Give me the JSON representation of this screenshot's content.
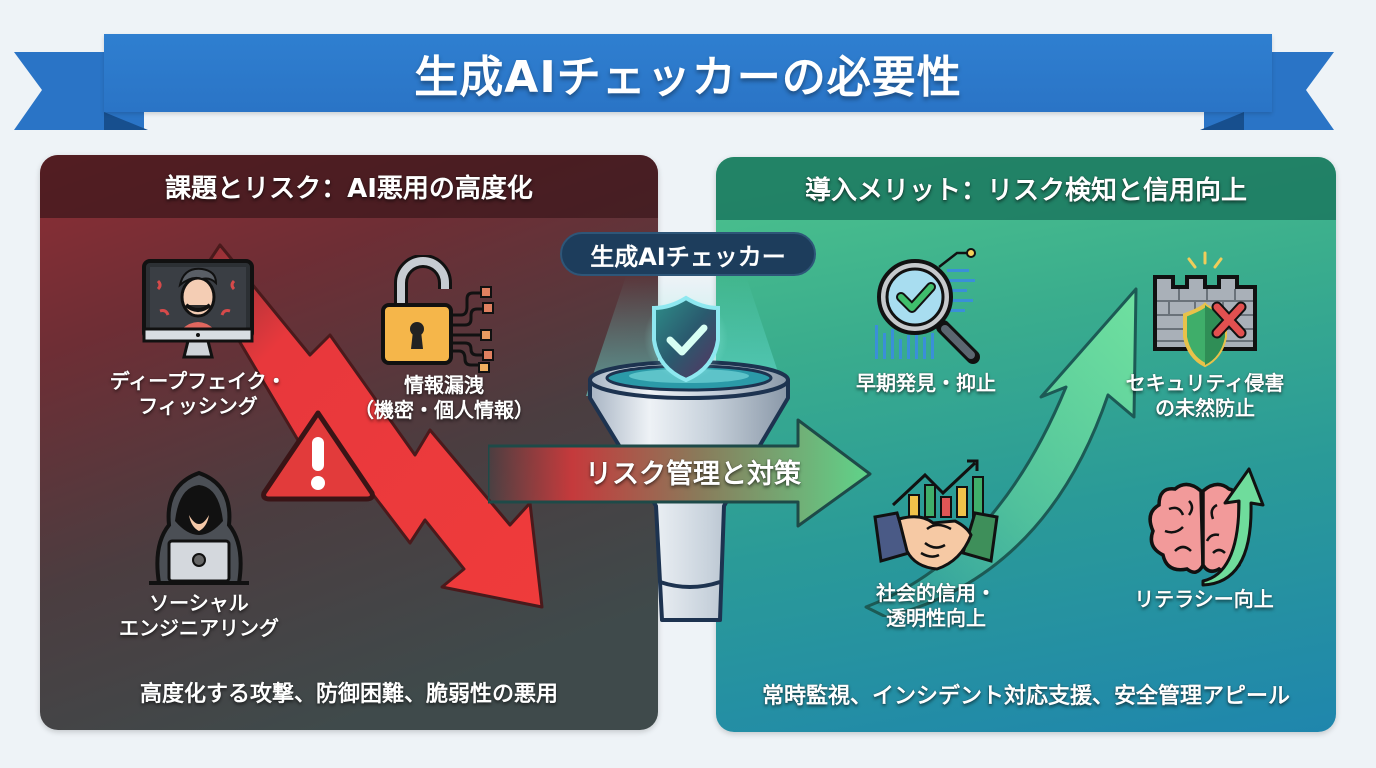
{
  "title": "生成AIチェッカーの必要性",
  "left_panel": {
    "header": "課題とリスク：AI悪用の高度化",
    "items": [
      {
        "label": "ディープフェイク・\nフィッシング",
        "icon": "deepfake-monitor-icon"
      },
      {
        "label": "情報漏洩\n（機密・個人情報）",
        "icon": "leaking-padlock-icon"
      },
      {
        "label": "ソーシャル\nエンジニアリング",
        "icon": "hooded-hacker-icon"
      }
    ],
    "warning_icon": "warning-triangle-icon",
    "trend_icon": "downward-red-arrow-icon",
    "footer": "高度化する攻撃、防御困難、脆弱性の悪用",
    "colors": {
      "header": "#3c181c",
      "top": "#8e2e35",
      "bottom": "#3f4a4b",
      "arrow": "#e8383c"
    }
  },
  "center": {
    "badge": "生成AIチェッカー",
    "shield_icon": "shield-check-icon",
    "funnel_icon": "funnel-icon",
    "flow_arrow_label": "リスク管理と対策",
    "colors": {
      "badge": "#1d3d5c",
      "arrow_start": "#d23a3a",
      "arrow_end": "#5fd48a"
    }
  },
  "right_panel": {
    "header": "導入メリット：リスク検知と信用向上",
    "items": [
      {
        "label": "早期発見・抑止",
        "icon": "magnifier-check-icon"
      },
      {
        "label": "セキュリティ侵害\nの未然防止",
        "icon": "firewall-shield-icon"
      },
      {
        "label": "社会的信用・\n透明性向上",
        "icon": "handshake-growth-icon"
      },
      {
        "label": "リテラシー向上",
        "icon": "brain-up-arrow-icon"
      }
    ],
    "trend_icon": "upward-green-arrow-icon",
    "footer": "常時監視、インシデント対応支援、安全管理アピール",
    "colors": {
      "header": "#1b785f",
      "top": "#4ec48d",
      "bottom": "#1f86ad",
      "arrow": "#5fd48a"
    }
  },
  "colors": {
    "ribbon": "#2a74c6",
    "ribbon_dark": "#1f5ea8",
    "background": "#eef3f7"
  }
}
